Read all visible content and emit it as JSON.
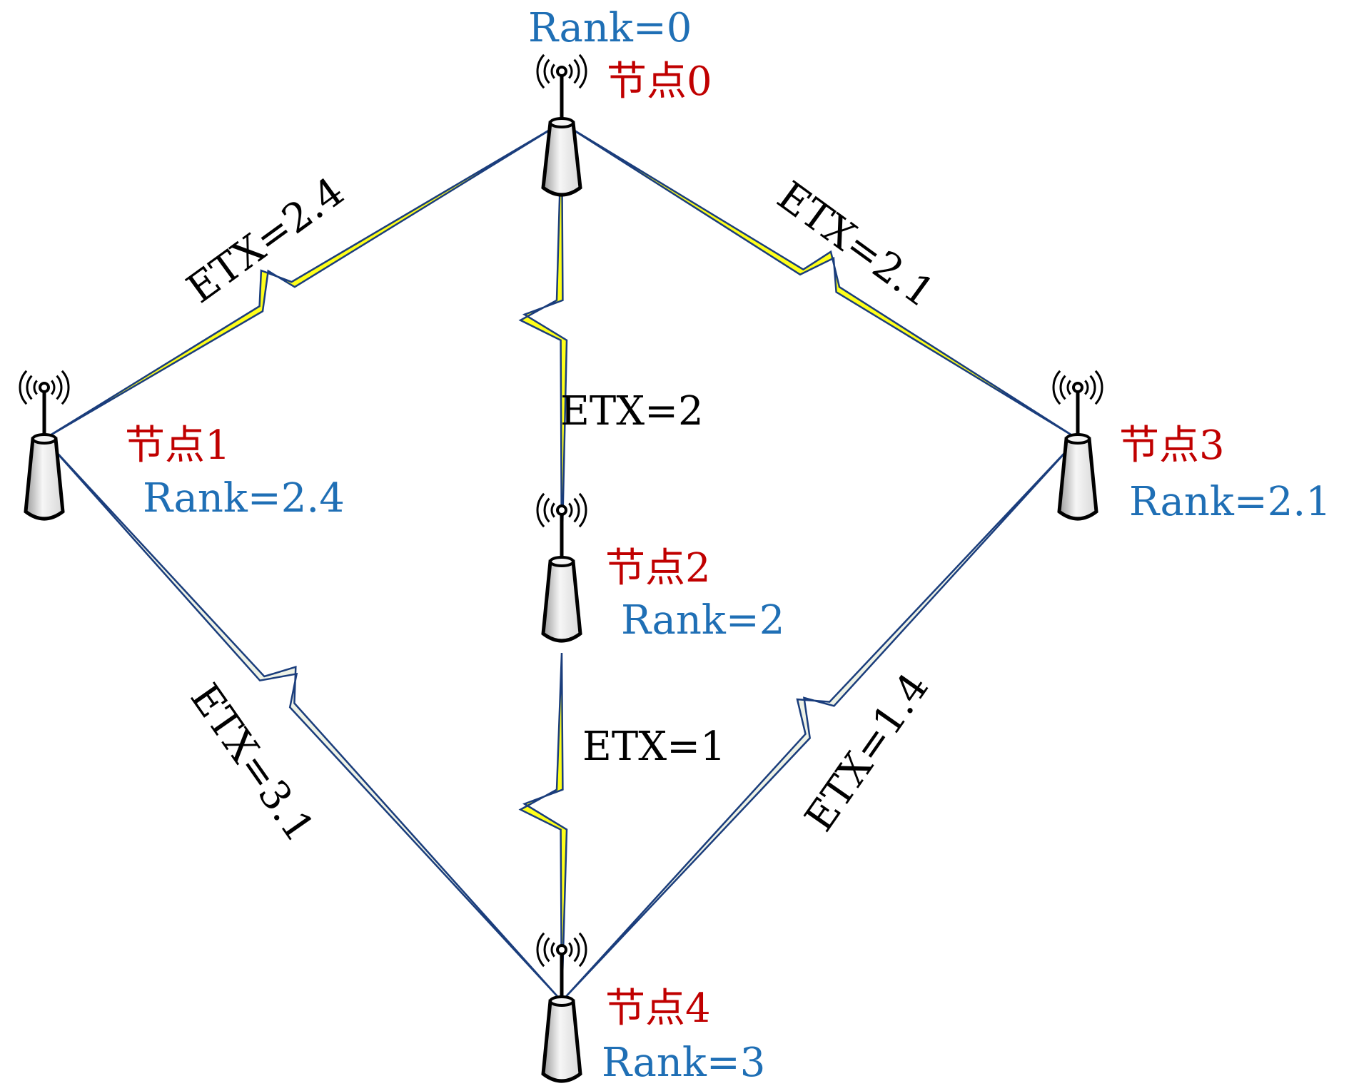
{
  "colors": {
    "rank": "#1f6fb5",
    "node_name": "#c00000",
    "link_stroke": "#1a3d7c",
    "bolt_active": "#ffff1a",
    "bolt_inactive": "#eef2e6",
    "antenna_body": "#d8d8d8"
  },
  "nodes": [
    {
      "id": "node0",
      "name": "节点0",
      "rank": "Rank=0"
    },
    {
      "id": "node1",
      "name": "节点1",
      "rank": "Rank=2.4"
    },
    {
      "id": "node2",
      "name": "节点2",
      "rank": "Rank=2"
    },
    {
      "id": "node3",
      "name": "节点3",
      "rank": "Rank=2.1"
    },
    {
      "id": "node4",
      "name": "节点4",
      "rank": "Rank=3"
    }
  ],
  "links": [
    {
      "from": "node0",
      "to": "node1",
      "label": "ETX=2.4",
      "style": "active"
    },
    {
      "from": "node0",
      "to": "node2",
      "label": "ETX=2",
      "style": "active"
    },
    {
      "from": "node0",
      "to": "node3",
      "label": "ETX=2.1",
      "style": "active"
    },
    {
      "from": "node1",
      "to": "node4",
      "label": "ETX=3.1",
      "style": "inactive"
    },
    {
      "from": "node2",
      "to": "node4",
      "label": "ETX=1",
      "style": "active"
    },
    {
      "from": "node3",
      "to": "node4",
      "label": "ETX=1.4",
      "style": "inactive"
    }
  ]
}
